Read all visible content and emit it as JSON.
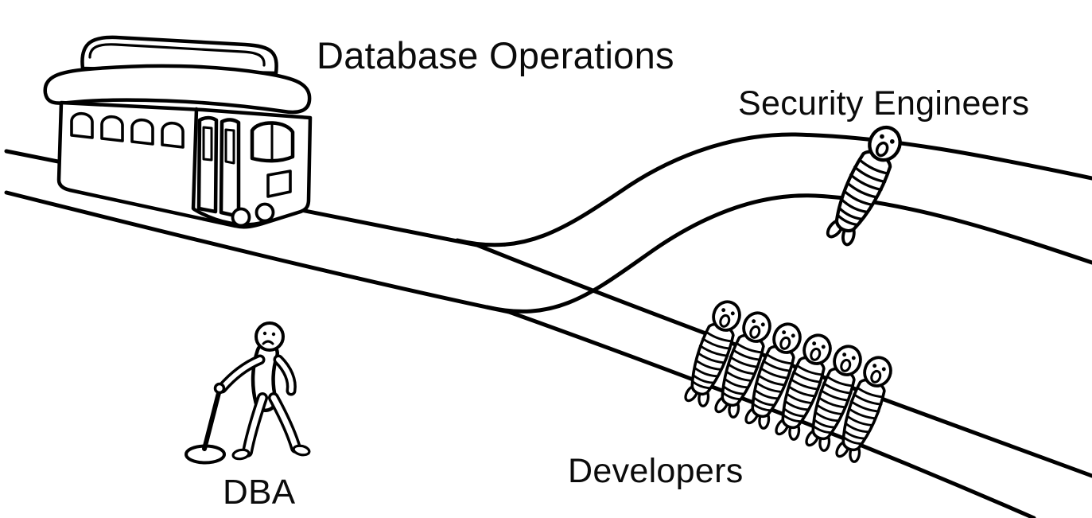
{
  "illustration": {
    "background_color": "#ffffff",
    "ink_color": "#000000",
    "labels": {
      "trolley": "Database Operations",
      "single_victim": "Security Engineers",
      "group_victims": "Developers",
      "lever_operator": "DBA"
    },
    "counts": {
      "security_engineers": 1,
      "developers": 6
    }
  }
}
